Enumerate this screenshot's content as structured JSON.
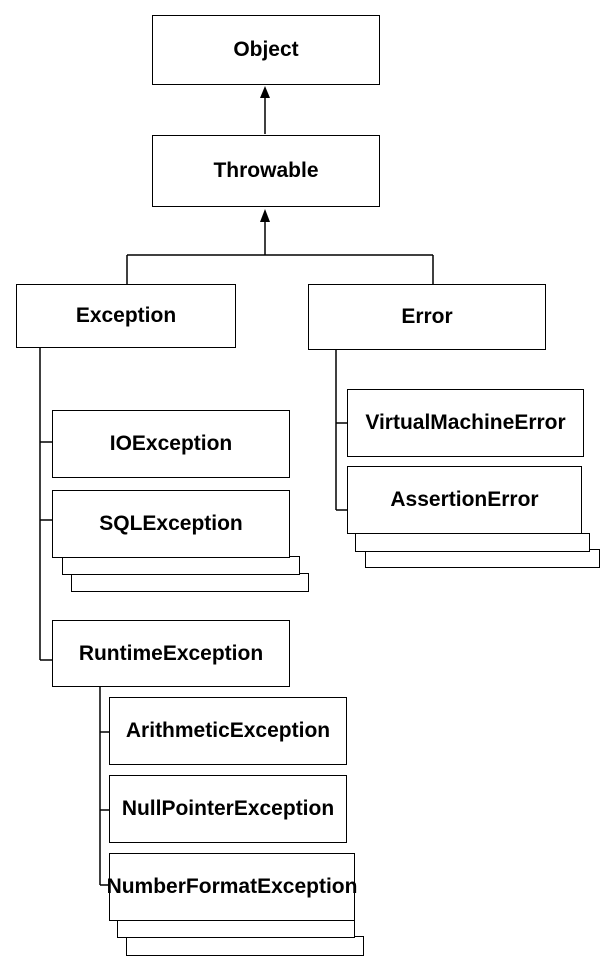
{
  "diagram": {
    "nodes": {
      "object": "Object",
      "throwable": "Throwable",
      "exception": "Exception",
      "error": "Error",
      "io_exception": "IOException",
      "sql_exception": "SQLException",
      "runtime_exception": "RuntimeException",
      "arithmetic_exception": "ArithmeticException",
      "null_pointer_exception": "NullPointerException",
      "number_format_exception": "NumberFormatException",
      "virtual_machine_error": "VirtualMachineError",
      "assertion_error": "AssertionError"
    },
    "colors": {
      "line": "#000000",
      "box_fill": "#ffffff",
      "background": "#ffffff"
    }
  }
}
